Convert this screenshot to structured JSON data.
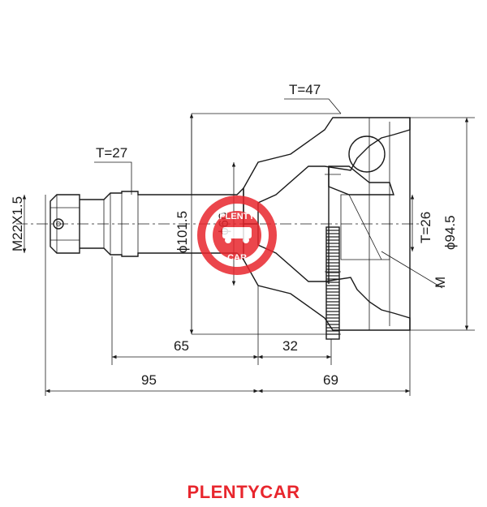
{
  "labels": {
    "t47": "T=47",
    "t27": "T=27",
    "t26": "T=26",
    "thread": "M22X1.5",
    "d1015": "ϕ101.5",
    "d60": "ϕ60",
    "d945": "ϕ94.5",
    "m": "M",
    "dim65": "65",
    "dim32": "32",
    "dim95": "95",
    "dim69": "69"
  },
  "logo": {
    "top_text": "PLENTY",
    "bottom_text": "CAR",
    "color": "#e8262d"
  },
  "brand": {
    "name": "PLENTYCAR",
    "color": "#e8262d"
  },
  "colors": {
    "ink": "#1a1a1a"
  }
}
